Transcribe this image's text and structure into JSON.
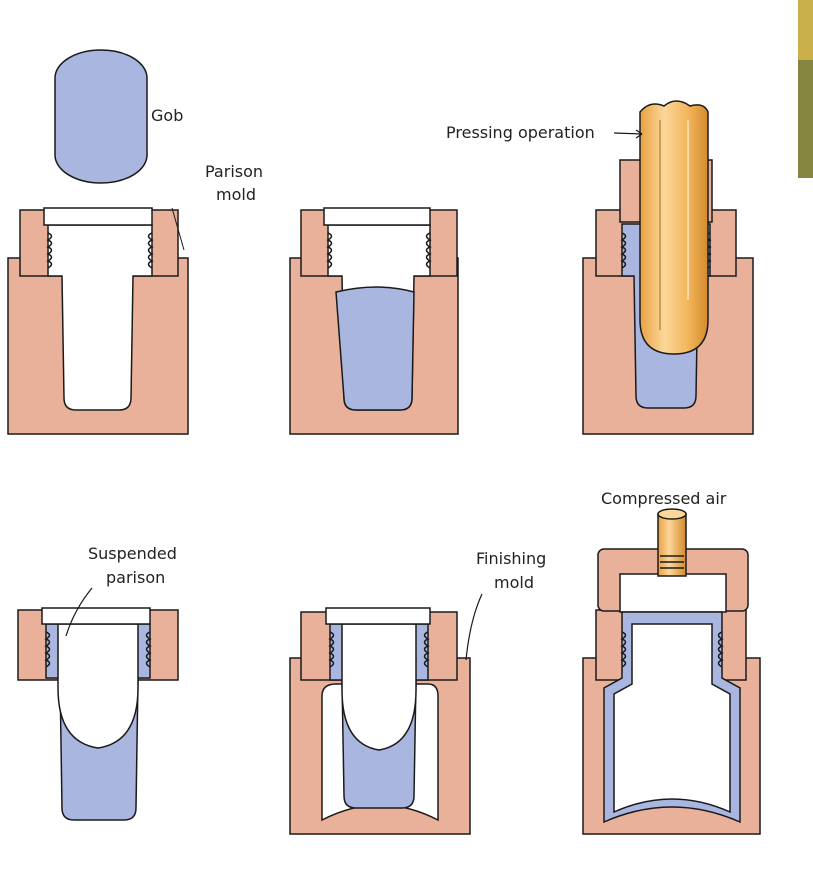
{
  "labels": {
    "gob": "Gob",
    "parison_mold_1": "Parison",
    "parison_mold_2": "mold",
    "pressing_operation": "Pressing operation",
    "suspended_parison_1": "Suspended",
    "suspended_parison_2": "parison",
    "finishing_mold_1": "Finishing",
    "finishing_mold_2": "mold",
    "compressed_air": "Compressed air"
  },
  "colors": {
    "mold": "#e9b09a",
    "glass": "#a9b6e0",
    "plunger": "#f3b65c",
    "outline": "#1a1a1a",
    "photo": "#c9b04a"
  }
}
